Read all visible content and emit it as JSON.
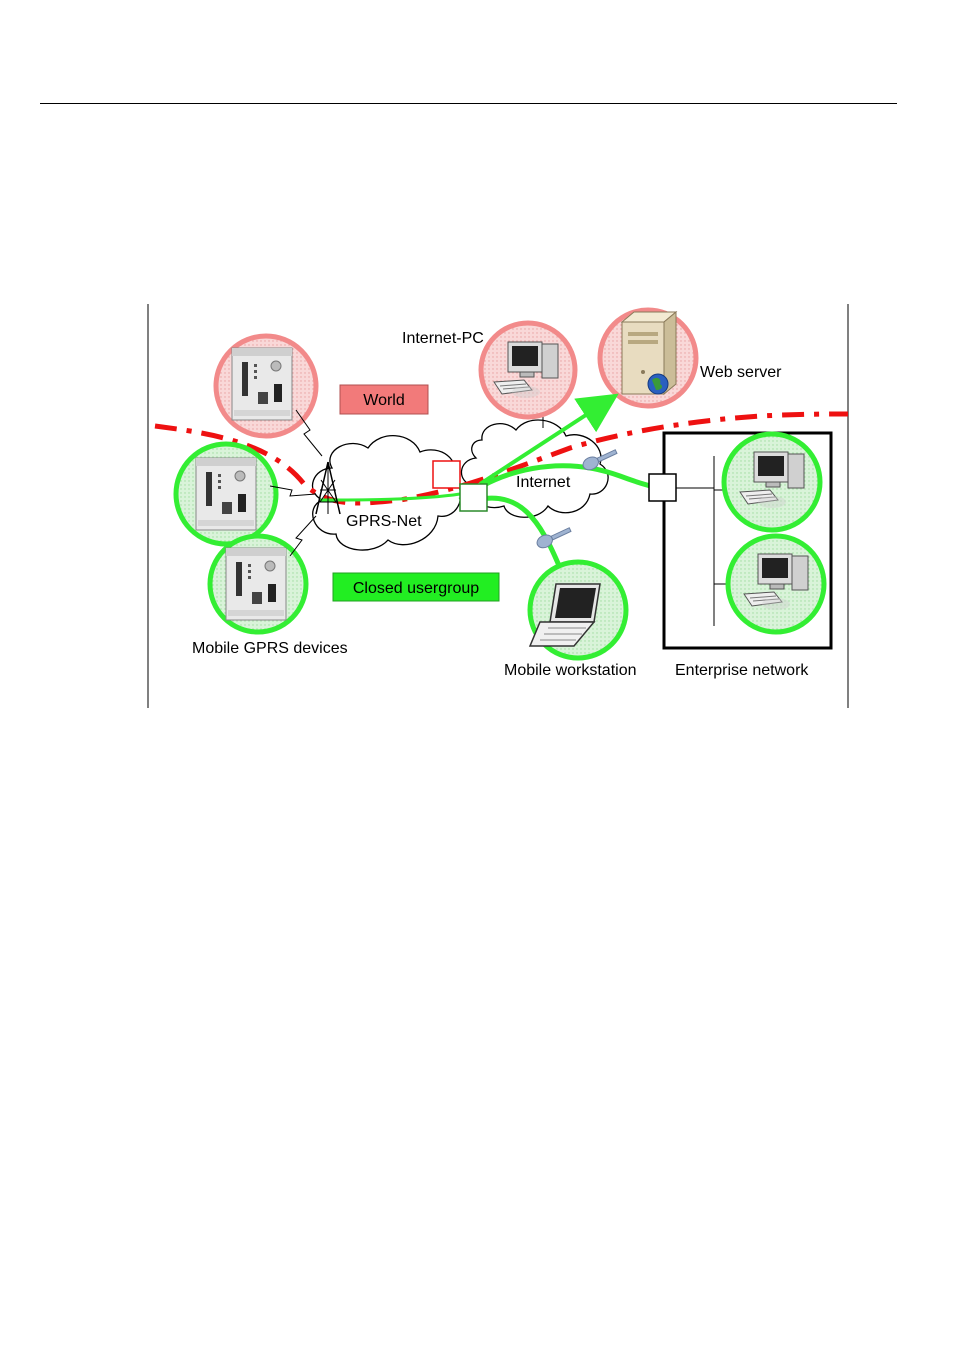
{
  "labels": {
    "internet_pc": "Internet-PC",
    "web_server": "Web server",
    "world": "World",
    "internet": "Internet",
    "gprs_net": "GPRS-Net",
    "closed_usergroup": "Closed usergroup",
    "mobile_gprs_devices": "Mobile GPRS devices",
    "mobile_workstation": "Mobile workstation",
    "enterprise_network": "Enterprise network"
  },
  "colors": {
    "public_zone": "#f28a8a",
    "public_zone_fill": "#f7d2d2",
    "private_zone": "#33ee33",
    "private_zone_fill": "#d6f5d6",
    "world_box": "#f27a7a",
    "closed_box": "#22ee22",
    "boundary_line": "#ee1111",
    "tunnel": "#33ee33"
  },
  "icons": {
    "gprs_device": "gprs-router-icon",
    "pc": "desktop-pc-icon",
    "server": "web-server-icon",
    "laptop": "laptop-icon",
    "key": "key-icon",
    "tower": "radio-tower-icon",
    "cloud": "cloud-icon"
  }
}
